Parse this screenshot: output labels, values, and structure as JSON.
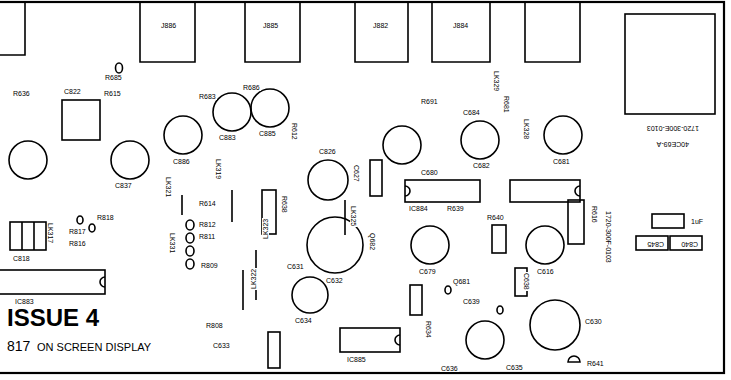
{
  "diagram": {
    "labels": [
      "R636",
      "C822",
      "R615",
      "R685",
      "R683",
      "R686",
      "C883",
      "C885",
      "C837",
      "C886",
      "C826",
      "R612",
      "LK319",
      "R614",
      "LK321",
      "LK331",
      "R812",
      "R811",
      "R809",
      "R808",
      "LK322",
      "LK323",
      "R638",
      "C632",
      "C631",
      "C633",
      "C634",
      "LK325",
      "C627",
      "R691",
      "C684",
      "C682",
      "R681",
      "LK328",
      "C681",
      "C680",
      "IC884",
      "R639",
      "C679",
      "Q682",
      "C616",
      "R616",
      "R640",
      "C638",
      "Q681",
      "C639",
      "R634",
      "C636",
      "C635",
      "C630",
      "R641",
      "IC885",
      "IC883",
      "ISSUE 4",
      "817",
      "ON SCREEN DISPLAY",
      "C818",
      "LK317",
      "R817",
      "R816",
      "R818",
      "1720-300F-0103",
      "1720-300E-0103",
      "40CE69-A",
      "1uF",
      "C845",
      "C840",
      "J886",
      "J885",
      "J882",
      "J884",
      "LK329"
    ]
  }
}
